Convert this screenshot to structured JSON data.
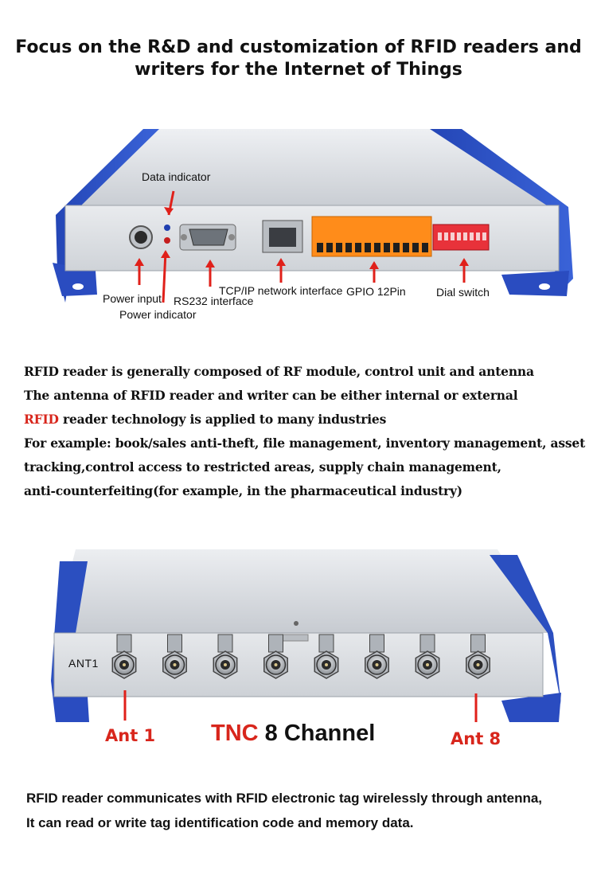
{
  "headline": {
    "line1": "Focus on the R&D and customization of RFID readers and",
    "line2": "writers for the Internet of Things"
  },
  "device1": {
    "callouts": {
      "data_indicator": "Data indicator",
      "power_input": "Power input",
      "rs232": "RS232 interface",
      "power_indicator": "Power indicator",
      "tcpip": "TCP/IP network interface",
      "gpio": "GPIO 12Pin",
      "dial_switch": "Dial switch"
    },
    "colors": {
      "frame_blue": "#2b4fc0",
      "panel_silver": "#d7dbe0",
      "connector_orange": "#ff8c1a",
      "switch_red": "#e8323a",
      "arrow_red": "#e0201a"
    }
  },
  "description": {
    "line1": "RFID reader is generally composed of RF module, control unit and antenna",
    "line2": "The antenna of RFID reader and writer can be either internal or external",
    "line3_highlight": "RFID",
    "line3_rest": " reader technology is applied to many industries",
    "line4": "For example: book/sales anti-theft, file management, inventory management, asset",
    "line5": "tracking,control access to restricted areas, supply chain management,",
    "line6": "anti-counterfeiting(for example, in the pharmaceutical industry)"
  },
  "device2": {
    "port_label": "ANT1",
    "ant_first": "Ant 1",
    "ant_last": "Ant 8",
    "tnc_red": "TNC",
    "tnc_black": " 8 Channel",
    "connector_count": 8
  },
  "footer": {
    "line1": "RFID reader communicates with RFID electronic tag wirelessly through antenna,",
    "line2": "It can read or write tag identification code and memory data."
  }
}
